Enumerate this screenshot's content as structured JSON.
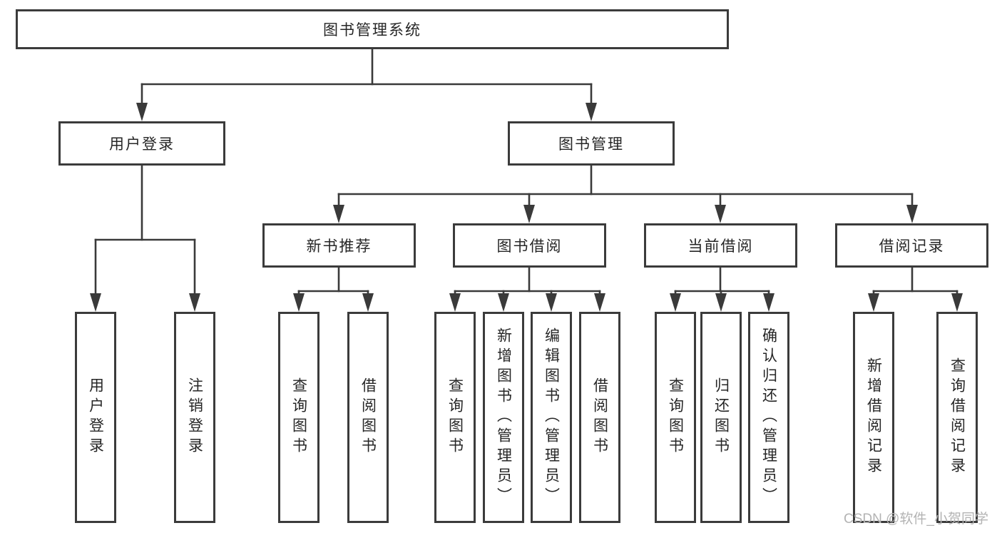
{
  "diagram": {
    "root": {
      "label": "图书管理系统"
    },
    "branches": [
      {
        "label": "用户登录",
        "children": [
          {
            "label": "用户登录"
          },
          {
            "label": "注销登录"
          }
        ]
      },
      {
        "label": "图书管理",
        "groups": [
          {
            "label": "新书推荐",
            "children": [
              {
                "label": "查询图书"
              },
              {
                "label": "借阅图书"
              }
            ]
          },
          {
            "label": "图书借阅",
            "children": [
              {
                "label": "查询图书"
              },
              {
                "label": "新增图书（管理员）"
              },
              {
                "label": "编辑图书（管理员）"
              },
              {
                "label": "借阅图书"
              }
            ]
          },
          {
            "label": "当前借阅",
            "children": [
              {
                "label": "查询图书"
              },
              {
                "label": "归还图书"
              },
              {
                "label": "确认归还（管理员）"
              }
            ]
          },
          {
            "label": "借阅记录",
            "children": [
              {
                "label": "新增借阅记录"
              },
              {
                "label": "查询借阅记录"
              }
            ]
          }
        ]
      }
    ]
  },
  "watermark": {
    "text": "CSDN @软件_小贺同学"
  },
  "colors": {
    "line": "#3a3a3a",
    "box_border": "#3b3b3b",
    "text": "#262626",
    "watermark": "#b3b3b3",
    "background": "#ffffff"
  }
}
